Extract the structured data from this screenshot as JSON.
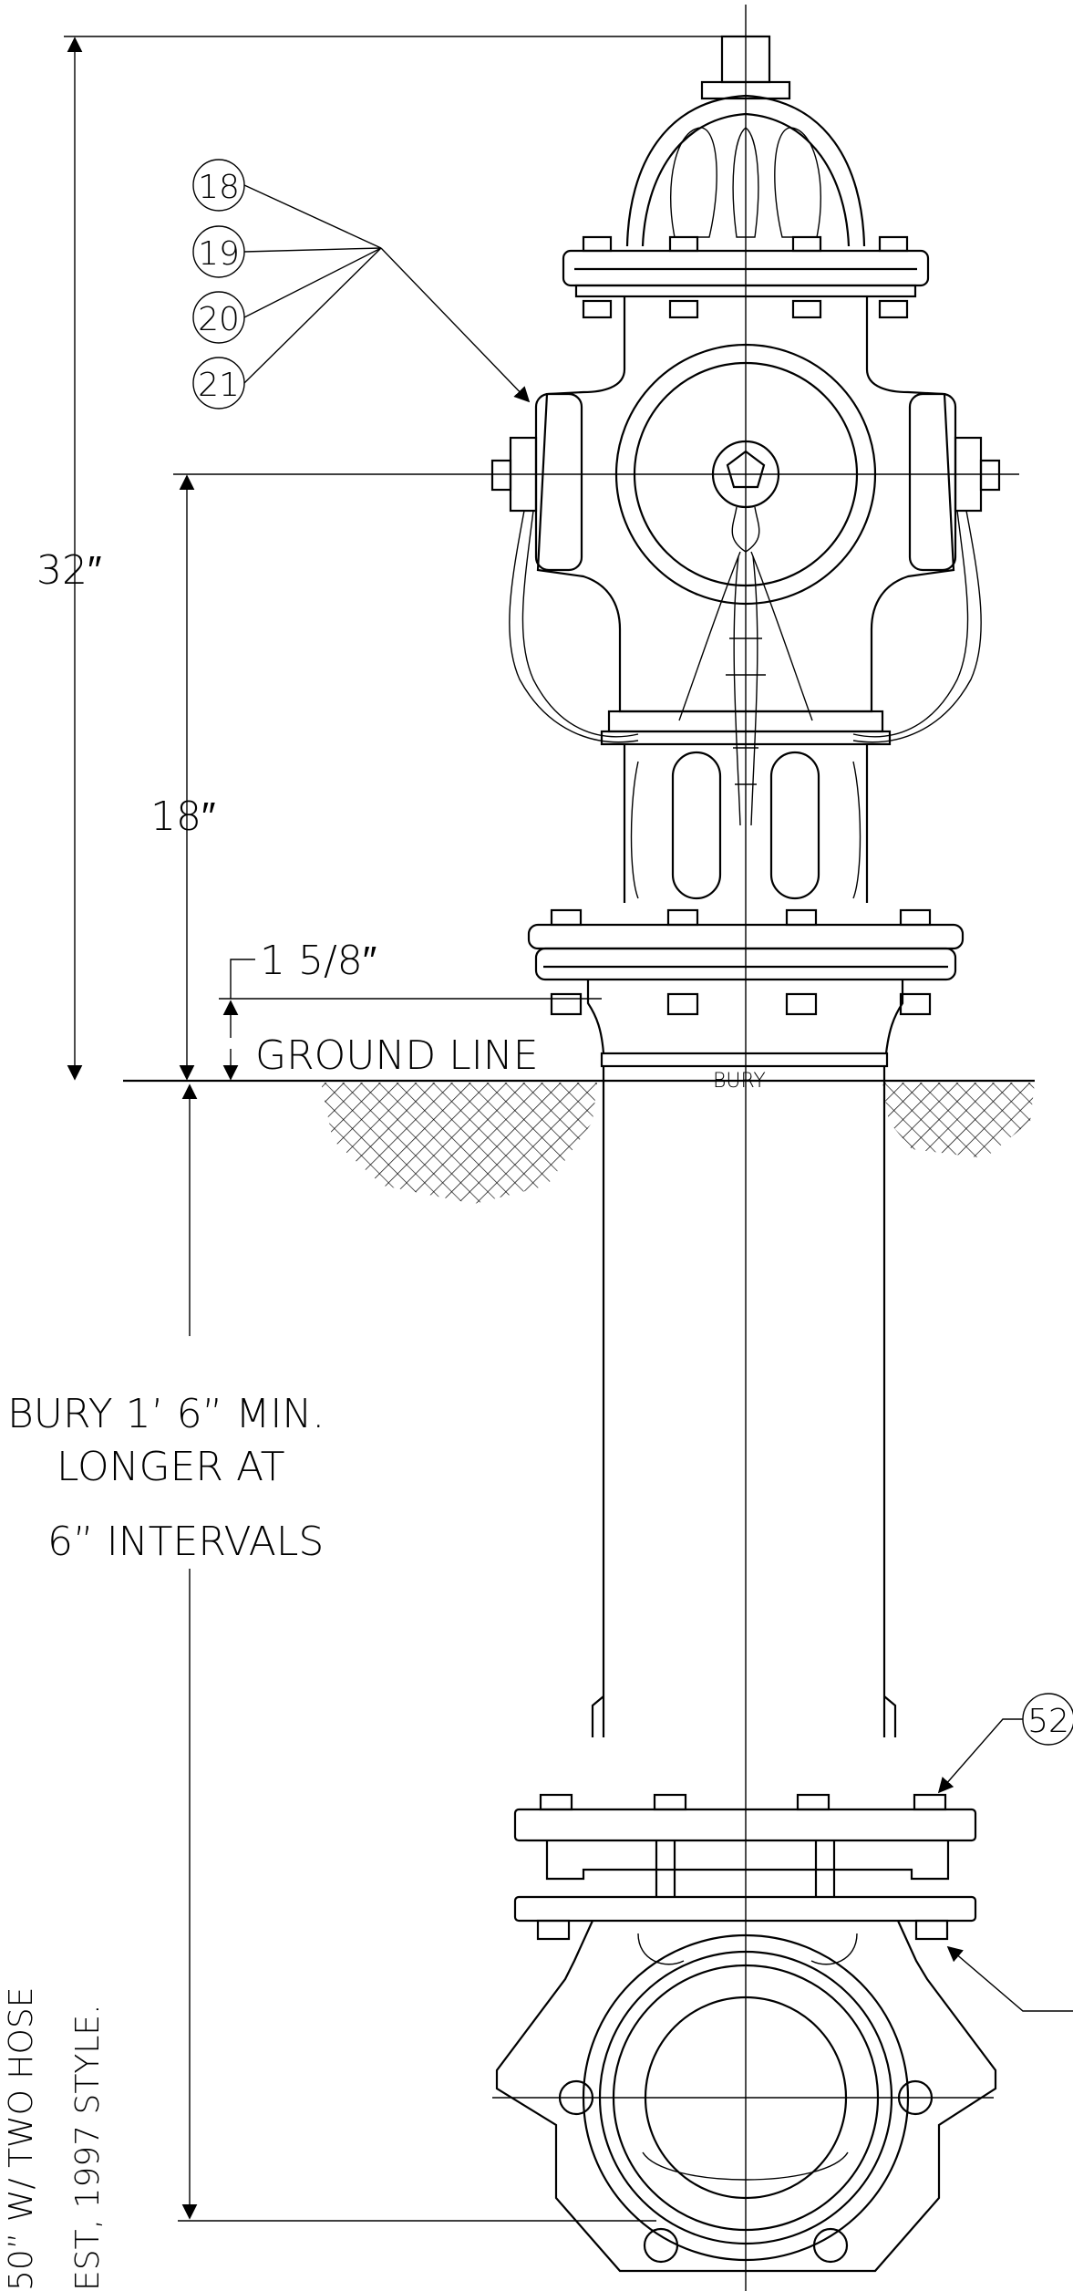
{
  "balloons": [
    "18",
    "19",
    "20",
    "21",
    "52"
  ],
  "dimensions": {
    "overall_height": "32″",
    "nozzle_height": "18″",
    "flange_offset": "1 5/8″"
  },
  "labels": {
    "ground_line": "GROUND LINE",
    "bury_tag": "BURY",
    "bury_note_line1": "BURY 1’ 6” MIN.",
    "bury_note_line2": "LONGER AT",
    "bury_note_line3": "6” INTERVALS"
  },
  "side_note": {
    "line1": "50” W/ TWO HOSE",
    "line2": "EST, 1997 STYLE."
  }
}
